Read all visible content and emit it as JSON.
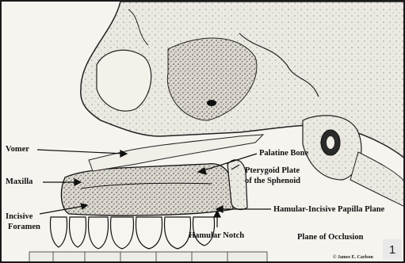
{
  "labels": {
    "vomer": "Vomer",
    "maxilla": "Maxilla",
    "incisive_foramen_1": "Incisive",
    "incisive_foramen_2": "Foramen",
    "palatine_bone": "Palatine Bone",
    "pterygoid_1": "Pterygoid Plate",
    "pterygoid_2": "of the Sphenoid",
    "hamular_incisive": "Hamular-Incisive Papilla Plane",
    "hamular_notch": "Hamular Notch",
    "plane_of_occlusion": "Plane of Occlusion"
  },
  "credit": "© James E. Carlson",
  "figure_number": "1"
}
